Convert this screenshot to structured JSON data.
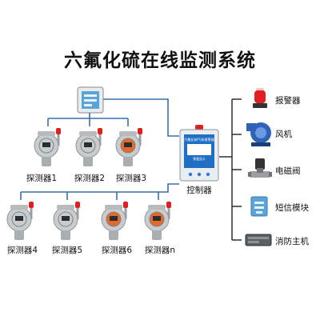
{
  "title": "六氟化硫在线监测系统",
  "controller": {
    "label": "控制器",
    "screen_title": "六氟化硫气体报警器",
    "screen_sub": "数据显示"
  },
  "detectors": [
    {
      "label": "探测器1"
    },
    {
      "label": "探测器2"
    },
    {
      "label": "探测器3"
    },
    {
      "label": "探测器4"
    },
    {
      "label": "探测器5"
    },
    {
      "label": "探测器6"
    },
    {
      "label": "探测器n"
    }
  ],
  "outputs": [
    {
      "label": "报警器",
      "icon": "alarm-light-icon"
    },
    {
      "label": "风机",
      "icon": "fan-icon"
    },
    {
      "label": "电磁阀",
      "icon": "solenoid-valve-icon"
    },
    {
      "label": "短信模块",
      "icon": "sms-module-icon"
    },
    {
      "label": "消防主机",
      "icon": "fire-host-icon"
    }
  ],
  "colors": {
    "wire": "#3b6fb0",
    "wire_dark": "#222222",
    "alarm_red": "#e02020",
    "detector_body": "#c9ccce",
    "detector_orange": "#e36a2a",
    "controller_body": "#e9eef3",
    "screen_blue": "#1f6fc4"
  }
}
